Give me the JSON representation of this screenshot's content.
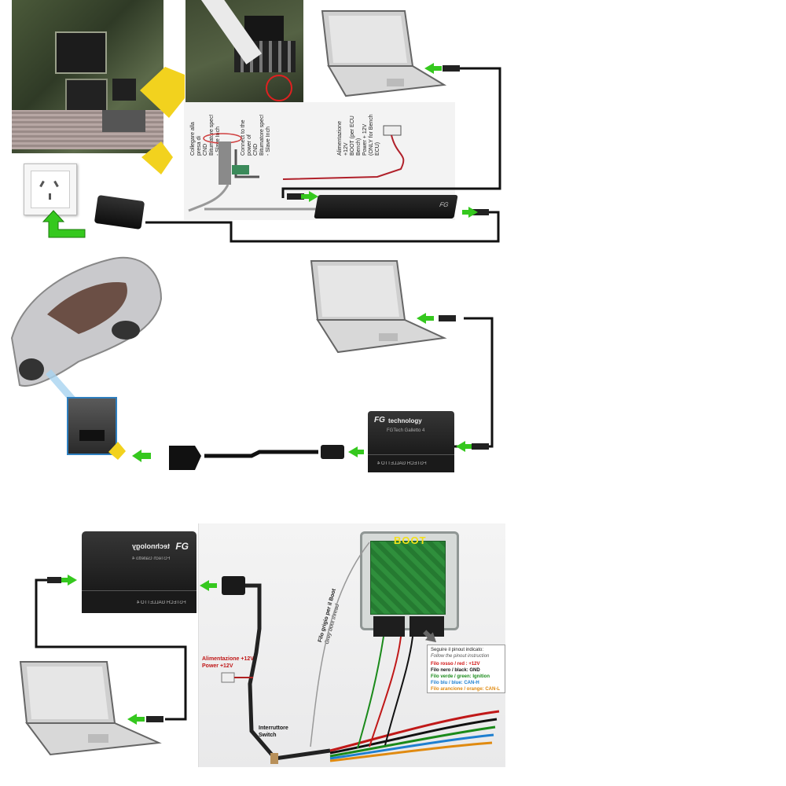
{
  "top_photo_labels": {
    "clip_left": "Collegare alla presa di",
    "clip_left_2": "CND",
    "clip_left_3": "Bitumatore spec!",
    "clip_left_4": "- Slave Inch",
    "clip_mid": "Connect to the power of",
    "clip_mid_2": "CND",
    "clip_mid_3": "Bitumatore spec!",
    "clip_mid_4": "- Slave Inch",
    "power_right": "Alimentazione +12V",
    "power_right_2": "BOOT (per ECU Bench)",
    "power_right_3": "Power + 12V",
    "power_right_4": "(ONLY for Bench ECU)"
  },
  "device": {
    "brand": "technology",
    "model_line": "FGTech Galletto 4",
    "side_text": "FGTECH GALLETTO 4"
  },
  "bottom_panel": {
    "boot_label": "BOOT",
    "power_label_1": "Alimentazione +12V",
    "power_label_2": "Power +12V",
    "grey_wire_1": "Filo grigio per il Boot",
    "grey_wire_2": "Grey boot thread",
    "switch_1": "Interruttore",
    "switch_2": "Switch",
    "pinout_title_1": "Seguire il pinout indicato:",
    "pinout_title_2": "Follow the pinout instruction",
    "pinout_red": "Filo rosso / red : +12V",
    "pinout_black": "Filo nero / black: GND",
    "pinout_green": "Filo verde / green: Ignition",
    "pinout_blue": "Filo blu / blue: CAN-H",
    "pinout_orange": "Filo arancione / orange: CAN-L"
  },
  "colors": {
    "arrow_green": "#35c81e",
    "cable": "#111111",
    "pinout_red": "#d01010",
    "pinout_green": "#1a8a1a",
    "pinout_blue": "#1e7fd0",
    "pinout_orange": "#e08a10",
    "boot_yellow": "#f4e11a"
  }
}
